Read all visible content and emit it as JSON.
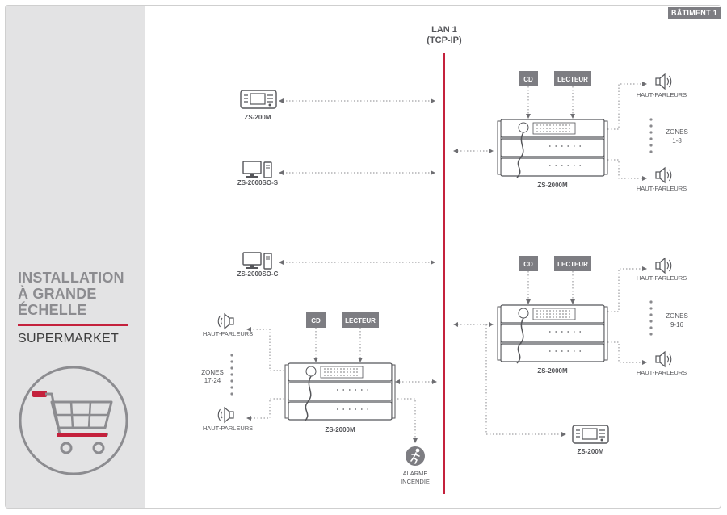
{
  "badge": "BÂTIMENT 1",
  "sidebar": {
    "title_lines": [
      "INSTALLATION",
      "À GRANDE",
      "ÉCHELLE"
    ],
    "subtitle": "SUPERMARKET"
  },
  "lan": {
    "line1": "LAN 1",
    "line2": "(TCP-IP)"
  },
  "colors": {
    "accent": "#c4213c",
    "box": "#8a8a8e",
    "line": "#6e6e72",
    "text": "#55565a"
  },
  "devices": {
    "zs200m_left": "ZS-200M",
    "zs2000so_s": "ZS-2000SO-S",
    "zs2000so_c": "ZS-2000SO-C",
    "rack_top": "ZS-2000M",
    "rack_mid": "ZS-2000M",
    "rack_bottom": "ZS-2000M",
    "zs200m_right": "ZS-200M"
  },
  "sources": {
    "cd": "CD",
    "player": "LECTEUR"
  },
  "speakers": {
    "label": "HAUT-PARLEURS"
  },
  "zones": {
    "a_line1": "ZONES",
    "a_line2": "1-8",
    "b_line1": "ZONES",
    "b_line2": "9-16",
    "c_line1": "ZONES",
    "c_line2": "17-24"
  },
  "alarm": {
    "line1": "ALARME",
    "line2": "INCENDIE"
  }
}
